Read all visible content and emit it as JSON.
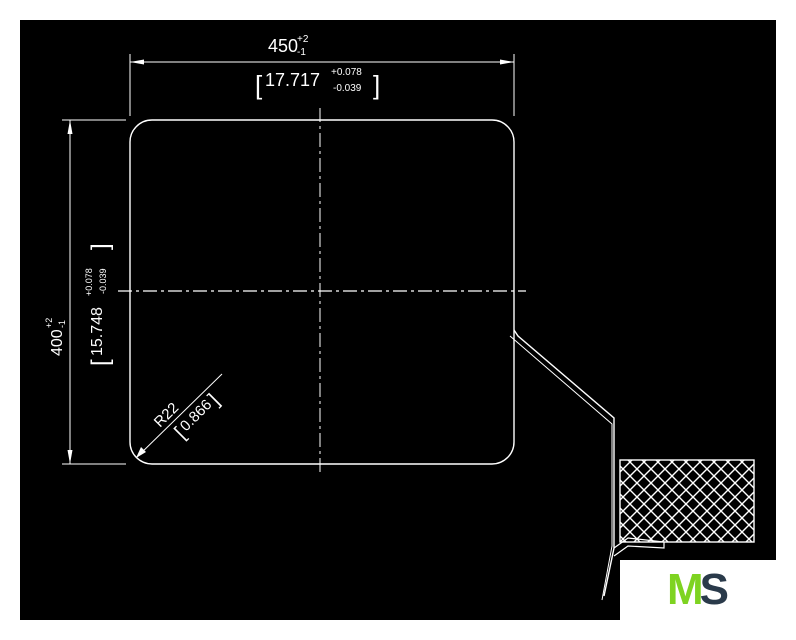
{
  "drawing": {
    "width_dim": {
      "nominal": "450",
      "tol_upper": "+2",
      "tol_lower": "-1"
    },
    "width_in": {
      "nominal": "17.717",
      "tol_upper": "+0.078",
      "tol_lower": "-0.039"
    },
    "height_dim": {
      "nominal": "400",
      "tol_upper": "+2",
      "tol_lower": "-1"
    },
    "height_in": {
      "nominal": "15.748",
      "tol_upper": "+0.078",
      "tol_lower": "-0.039"
    },
    "radius_dim": {
      "label": "R22"
    },
    "radius_in": {
      "value": "0.866"
    }
  },
  "logo": {
    "m": "M",
    "s": "S"
  },
  "colors": {
    "background": "#000000",
    "lines": "#ffffff",
    "logo_green": "#7ed321",
    "logo_dark": "#2a3a4a"
  }
}
